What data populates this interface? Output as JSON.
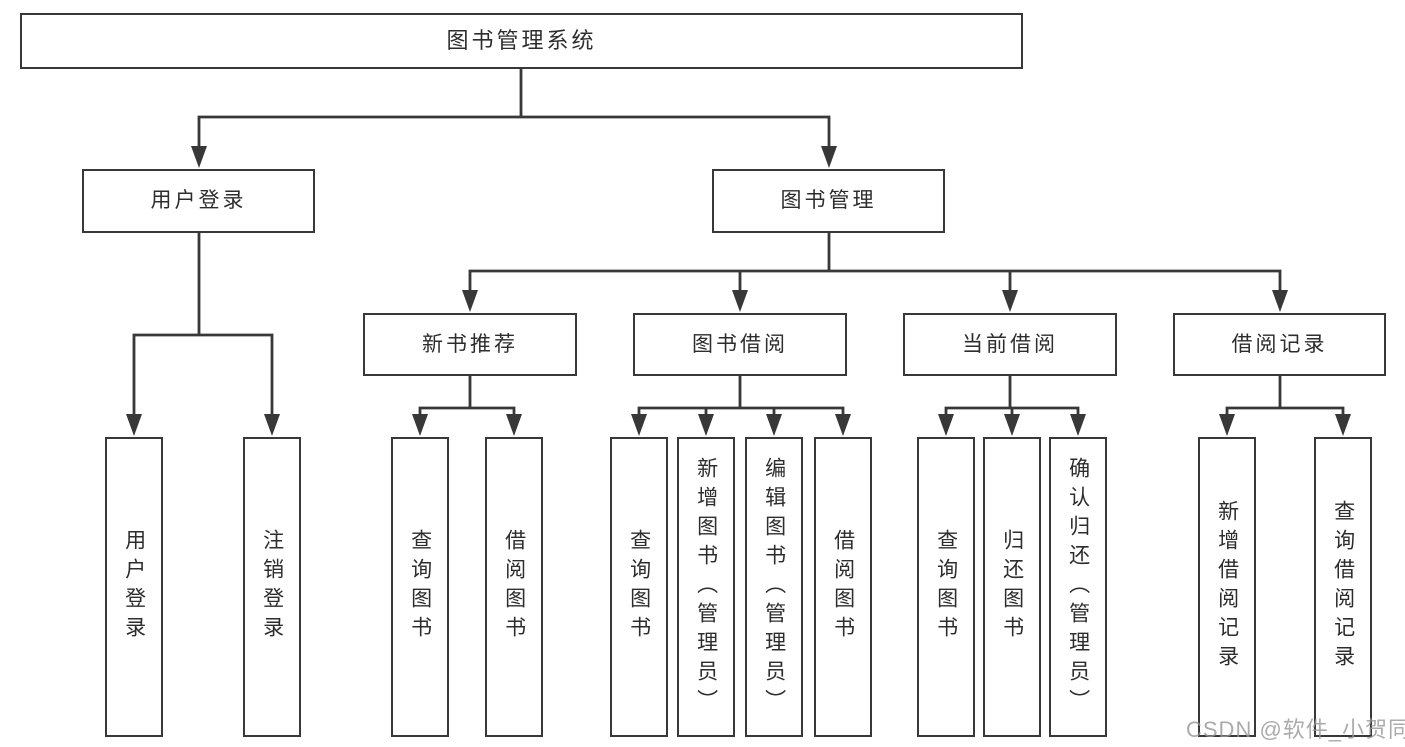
{
  "diagram": {
    "tree": {
      "label": "图书管理系统",
      "children": [
        {
          "label": "用户登录",
          "children": [
            {
              "label": "用户登录"
            },
            {
              "label": "注销登录"
            }
          ]
        },
        {
          "label": "图书管理",
          "children": [
            {
              "label": "新书推荐",
              "children": [
                {
                  "label": "查询图书"
                },
                {
                  "label": "借阅图书"
                }
              ]
            },
            {
              "label": "图书借阅",
              "children": [
                {
                  "label": "查询图书"
                },
                {
                  "label": "新增图书（管理员）"
                },
                {
                  "label": "编辑图书（管理员）"
                },
                {
                  "label": "借阅图书"
                }
              ]
            },
            {
              "label": "当前借阅",
              "children": [
                {
                  "label": "查询图书"
                },
                {
                  "label": "归还图书"
                },
                {
                  "label": "确认归还（管理员）"
                }
              ]
            },
            {
              "label": "借阅记录",
              "children": [
                {
                  "label": "新增借阅记录"
                },
                {
                  "label": "查询借阅记录"
                }
              ]
            }
          ]
        }
      ]
    }
  },
  "watermark": {
    "text": "CSDN @软件_小贺同学"
  },
  "colors": {
    "line": "#383838",
    "box_border": "#383838",
    "box_fill": "#ffffff",
    "text": "#2d2d2d",
    "watermark": "#969696",
    "background": "#ffffff"
  }
}
